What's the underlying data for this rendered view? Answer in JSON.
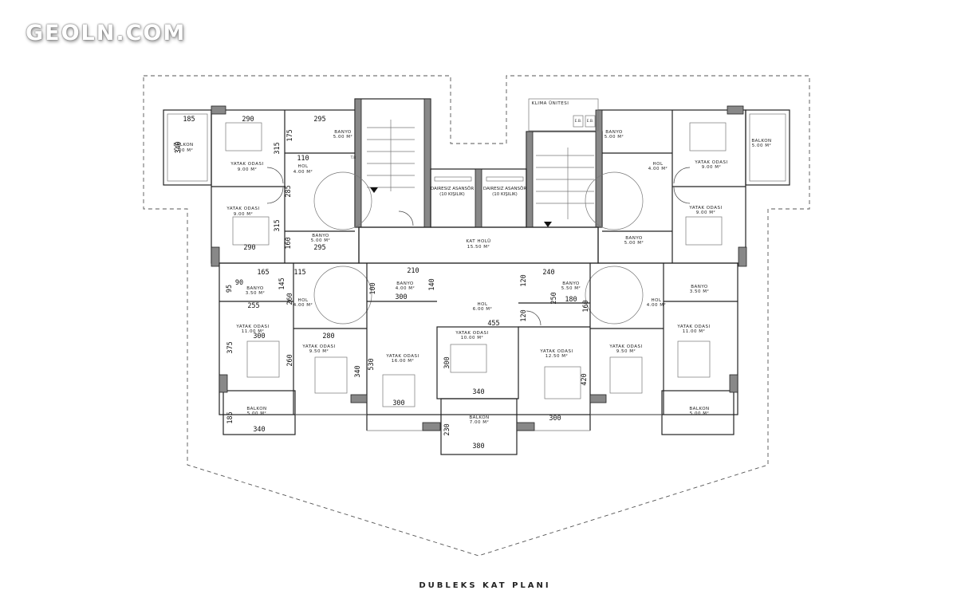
{
  "watermark": "GEOLN.COM",
  "plan_title": "DUBLEKS KAT PLANI",
  "rooms": {
    "balkon_tl": [
      "BALKON",
      "5.00 M²"
    ],
    "yatak_tl1": [
      "YATAK ODASI",
      "9.00 M²"
    ],
    "yatak_tl2": [
      "YATAK ODASI",
      "9.00 M²"
    ],
    "hol_tl": [
      "HOL",
      "4.00 M²"
    ],
    "banyo_tl1": [
      "BANYO",
      "5.00 M²"
    ],
    "banyo_tl2": [
      "BANYO",
      "5.00 M²"
    ],
    "asansor1": [
      "DAIRESIZ ASANSÖR",
      "(10 KIŞILIK)"
    ],
    "asansor2": [
      "DAIRESIZ ASANSÖR",
      "(10 KIŞILIK)"
    ],
    "kat_holu": [
      "KAT HOLÜ",
      "15.50 M²"
    ],
    "klima": "KLIMA ÜNITESI",
    "banyo_tr1": [
      "BANYO",
      "5.00 M²"
    ],
    "banyo_tr2": [
      "BANYO",
      "5.00 M²"
    ],
    "hol_tr": [
      "HOL",
      "4.00 M²"
    ],
    "yatak_tr1": [
      "YATAK ODASI",
      "9.00 M²"
    ],
    "yatak_tr2": [
      "YATAK ODASI",
      "9.00 M²"
    ],
    "balkon_tr": [
      "BALKON",
      "5.00 M²"
    ],
    "banyo_bl": [
      "BANYO",
      "3.50 M²"
    ],
    "hol_bl": [
      "HOL",
      "4.00 M²"
    ],
    "yatak_bl1": [
      "YATAK ODASI",
      "11.00 M²"
    ],
    "yatak_bl2": [
      "YATAK ODASI",
      "9.50 M²"
    ],
    "balkon_bl": [
      "BALKON",
      "5.00 M²"
    ],
    "banyo_bc1": [
      "BANYO",
      "4.00 M²"
    ],
    "yatak_bc1": [
      "YATAK ODASI",
      "16.00 M²"
    ],
    "hol_bc": [
      "HOL",
      "6.00 M²"
    ],
    "yatak_bc2": [
      "YATAK ODASI",
      "10.00 M²"
    ],
    "banyo_bc2": [
      "BANYO",
      "5.50 M²"
    ],
    "yatak_bc3": [
      "YATAK ODASI",
      "12.50 M²"
    ],
    "balkon_bc": [
      "BALKON",
      "7.00 M²"
    ],
    "yatak_br1": [
      "YATAK ODASI",
      "9.50 M²"
    ],
    "hol_br": [
      "HOL",
      "4.00 M²"
    ],
    "banyo_br": [
      "BANYO",
      "3.50 M²"
    ],
    "yatak_br2": [
      "YATAK ODASI",
      "11.00 M²"
    ],
    "balkon_br": [
      "BALKON",
      "5.00 M²"
    ]
  },
  "dims": {
    "d185a": "185",
    "d290a": "290",
    "d295a": "295",
    "d340a": "340",
    "d175": "175",
    "d315a": "315",
    "d110": "110",
    "d285": "285",
    "d315b": "315",
    "d160a": "160",
    "d290b": "290",
    "d295b": "295",
    "d165": "165",
    "d115": "115",
    "d90": "90",
    "d95": "95",
    "d145": "145",
    "d260a": "260",
    "d255": "255",
    "d300a": "300",
    "d280": "280",
    "d375": "375",
    "d260b": "260",
    "d340b": "340",
    "d530": "530",
    "d185b": "185",
    "d340c": "340",
    "d210": "210",
    "d140": "140",
    "d100": "100",
    "d300b": "300",
    "d120a": "120",
    "d240": "240",
    "d250": "250",
    "d180": "180",
    "d160b": "160",
    "d120b": "120",
    "d455": "455",
    "d300c": "300",
    "d340d": "340",
    "d420": "420",
    "d300d": "300",
    "d300e": "300",
    "d230": "230",
    "d380": "380"
  },
  "tags": {
    "tb": "T.B",
    "eb": "E.B."
  }
}
